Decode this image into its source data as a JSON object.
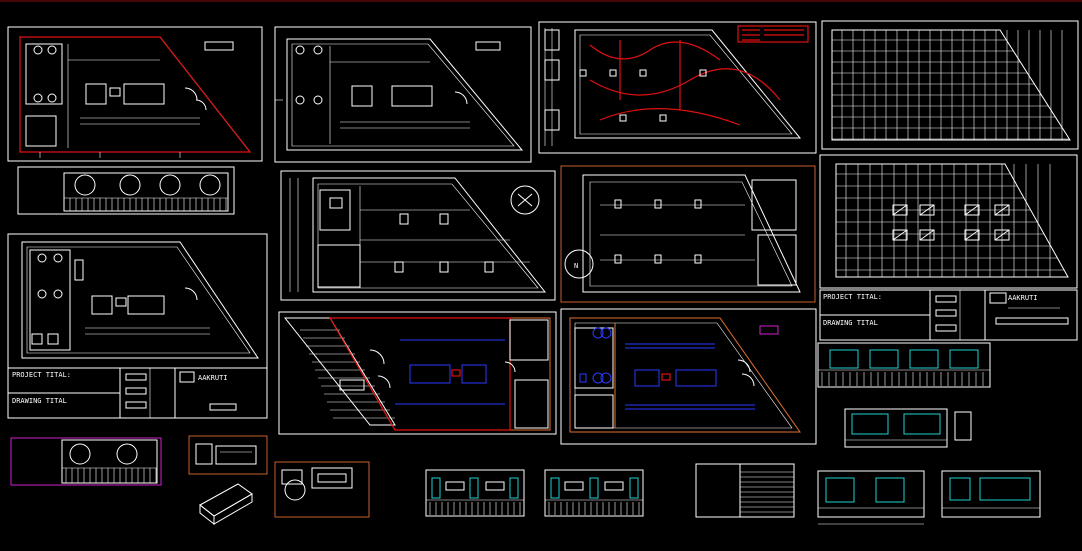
{
  "title_block_left": {
    "project_label": "PROJECT TITAL:",
    "drawing_label": "DRAWING TITAL",
    "logo_text": "AAKRUTI"
  },
  "title_block_right": {
    "project_label": "PROJECT TITAL:",
    "drawing_label": "DRAWING TITAL",
    "logo_text": "AAKRUTI"
  },
  "north_mark_label": "N",
  "colors": {
    "background": "#000000",
    "linework": "#ffffff",
    "electrical": "#e01010",
    "furniture": "#2a3cff",
    "frame_accent": "#e07030",
    "highlight": "#d020d0",
    "glazing": "#20d0d0"
  }
}
